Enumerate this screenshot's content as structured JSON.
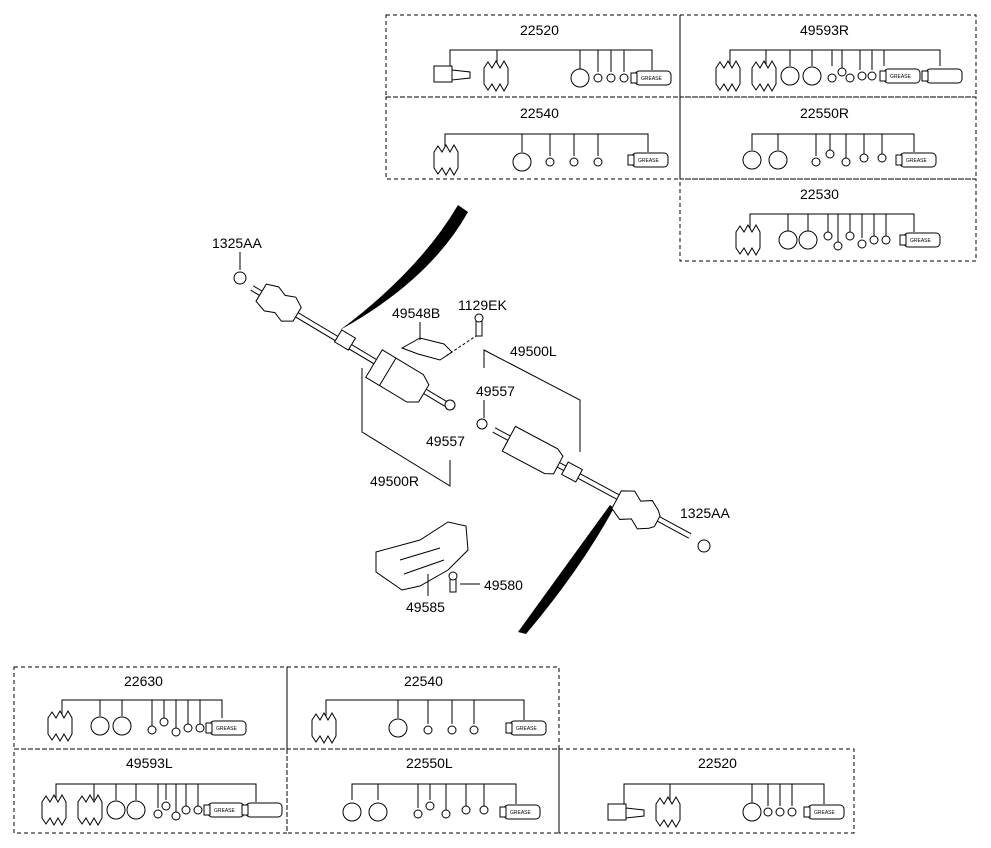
{
  "labels": {
    "nut_upper": "1325AA",
    "nut_lower": "1325AA",
    "bracket_upper": "49548B",
    "bolt_upper": "1129EK",
    "shaft_left": "49500L",
    "shaft_right": "49500R",
    "ring_upper": "49557",
    "ring_lower": "49557",
    "bracket_lower": "49585",
    "bolt_lower": "49580"
  },
  "kits": [
    {
      "code": "22520",
      "grease": "GREASE"
    },
    {
      "code": "49593R",
      "grease": "GREASE"
    },
    {
      "code": "22540",
      "grease": "GREASE"
    },
    {
      "code": "22550R",
      "grease": "GREASE"
    },
    {
      "code": "22530",
      "grease": "GREASE"
    },
    {
      "code": "22630",
      "grease": "GREASE"
    },
    {
      "code": "22540",
      "grease": "GREASE"
    },
    {
      "code": "49593L",
      "grease": "GREASE"
    },
    {
      "code": "22550L",
      "grease": "GREASE"
    },
    {
      "code": "22520",
      "grease": "GREASE"
    }
  ]
}
